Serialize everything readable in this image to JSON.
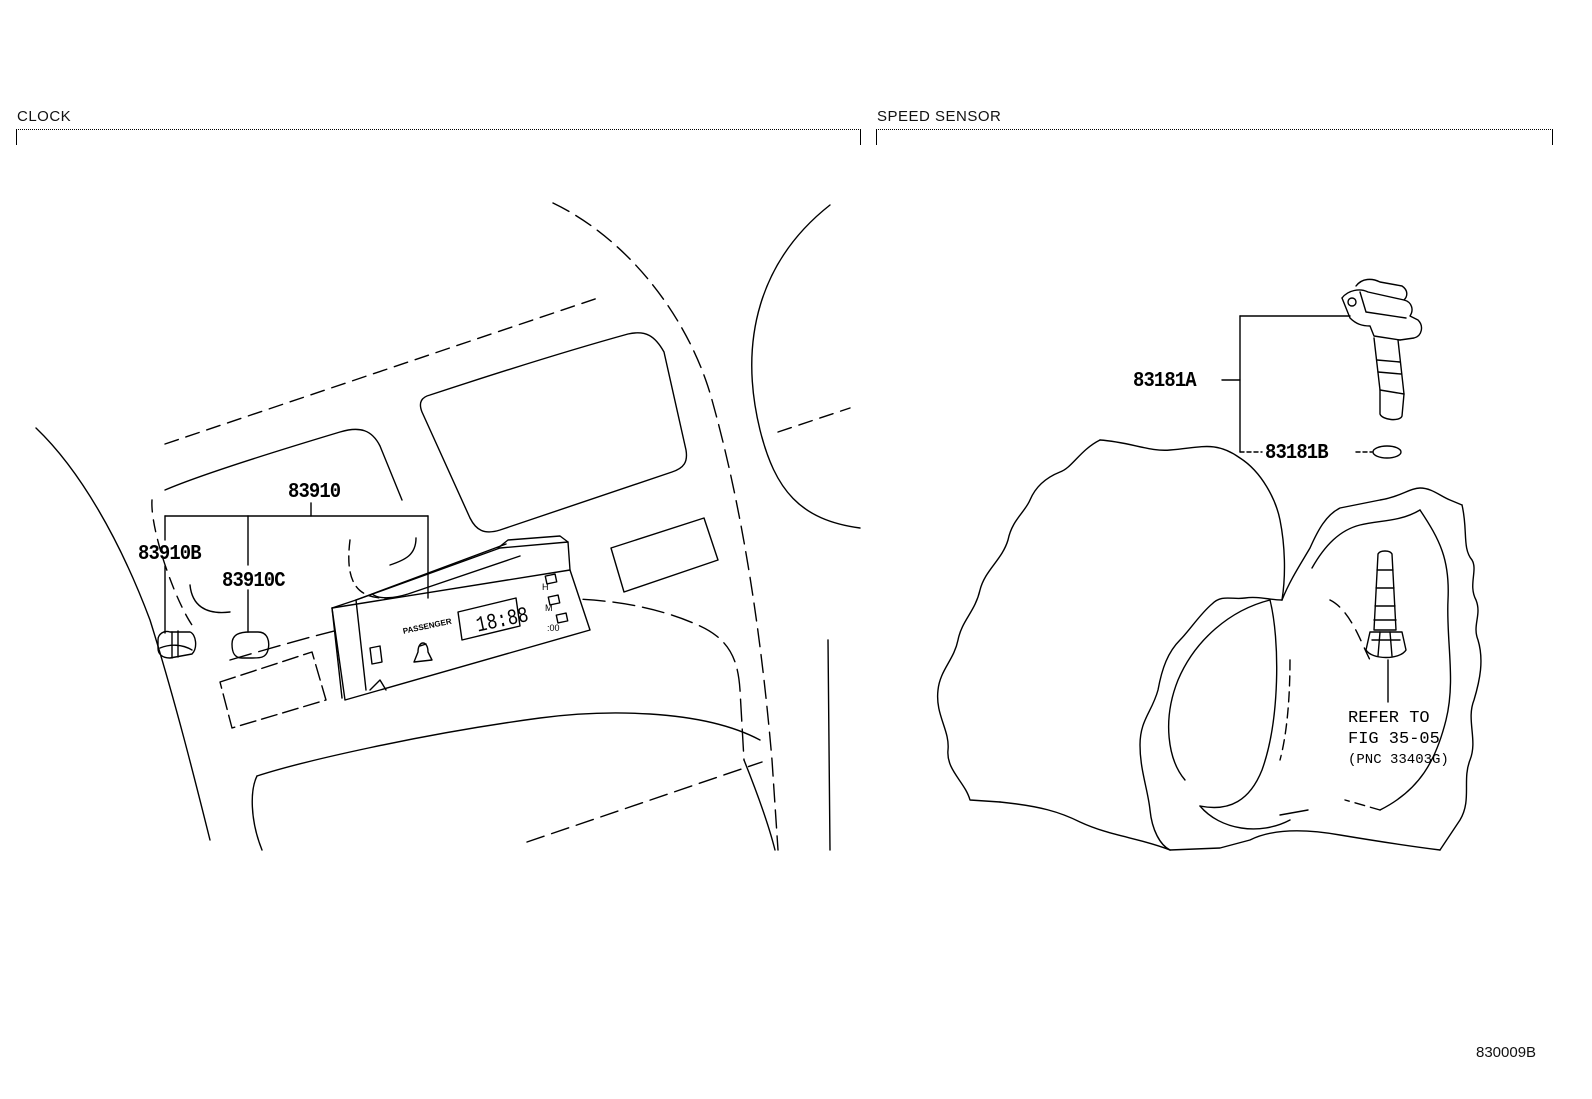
{
  "sections": {
    "clock": {
      "title": "CLOCK"
    },
    "speed_sensor": {
      "title": "SPEED SENSOR"
    }
  },
  "parts": {
    "clock_assy": "83910",
    "clock_bulb": "83910B",
    "clock_socket": "83910C",
    "speed_sensor": "83181A",
    "o_ring": "83181B"
  },
  "clock_face": {
    "passenger_text": "PASSENGER",
    "time_display": "18:88",
    "buttons": [
      "H",
      "M",
      ":00"
    ]
  },
  "reference": {
    "line1": "REFER TO",
    "line2": "FIG 35-05",
    "line3": "(PNC 33403G)"
  },
  "figure_code": "830009B"
}
